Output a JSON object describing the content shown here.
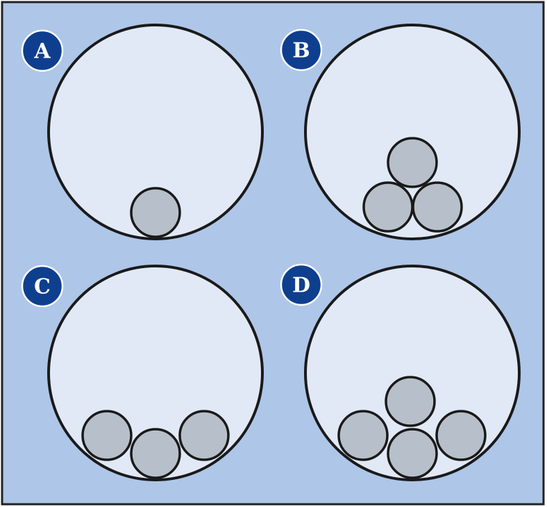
{
  "colors": {
    "panel_background": "#aec6e8",
    "container_fill": "#e1e9f6",
    "ball_fill": "#b7c0ca",
    "outline": "#1a1a1a",
    "badge_fill": "#0e3f8f",
    "badge_text": "#ffffff"
  },
  "panels": [
    {
      "label": "A",
      "ball_count": 1
    },
    {
      "label": "B",
      "ball_count": 3
    },
    {
      "label": "C",
      "ball_count": 3
    },
    {
      "label": "D",
      "ball_count": 4
    }
  ]
}
